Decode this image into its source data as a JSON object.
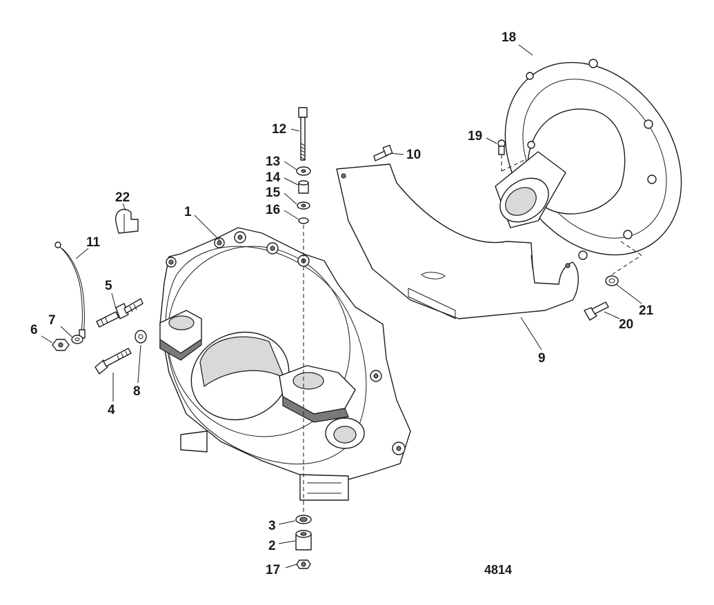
{
  "callouts": {
    "c1": "1",
    "c2": "2",
    "c3": "3",
    "c4": "4",
    "c5": "5",
    "c6": "6",
    "c7": "7",
    "c8": "8",
    "c9": "9",
    "c10": "10",
    "c11": "11",
    "c12": "12",
    "c13": "13",
    "c14": "14",
    "c15": "15",
    "c16": "16",
    "c17": "17",
    "c18": "18",
    "c19": "19",
    "c20": "20",
    "c21": "21",
    "c22": "22"
  },
  "figure_number": "4814"
}
